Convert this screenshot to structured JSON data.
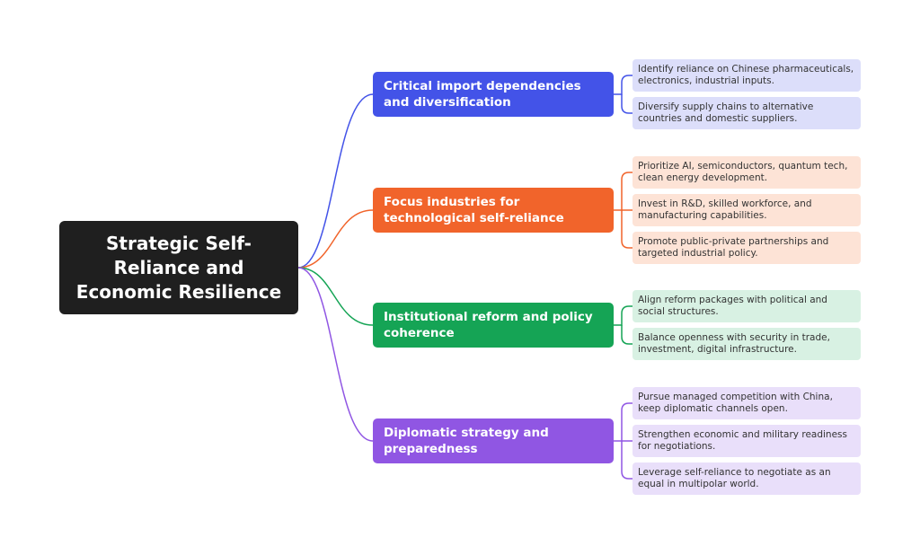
{
  "root": {
    "label": "Strategic Self-Reliance and Economic Resilience"
  },
  "colors": {
    "blue": "#4353e8",
    "orange": "#f1642b",
    "green": "#15a455",
    "purple": "#9056e3",
    "root": "#1f1f1f"
  },
  "branches": [
    {
      "label": "Critical import dependencies and diversification",
      "leaves": [
        "Identify reliance on Chinese pharmaceuticals, electronics, industrial inputs.",
        "Diversify supply chains to alternative countries and domestic suppliers."
      ]
    },
    {
      "label": "Focus industries for technological self-reliance",
      "leaves": [
        "Prioritize AI, semiconductors, quantum tech, clean energy development.",
        "Invest in R&D, skilled workforce, and manufacturing capabilities.",
        "Promote public-private partnerships and targeted industrial policy."
      ]
    },
    {
      "label": "Institutional reform and policy coherence",
      "leaves": [
        "Align reform packages with political and social structures.",
        "Balance openness with security in trade, investment, digital infrastructure."
      ]
    },
    {
      "label": "Diplomatic strategy and preparedness",
      "leaves": [
        "Pursue managed competition with China, keep diplomatic channels open.",
        "Strengthen economic and military readiness for negotiations.",
        "Leverage self-reliance to negotiate as an equal in multipolar world."
      ]
    }
  ]
}
